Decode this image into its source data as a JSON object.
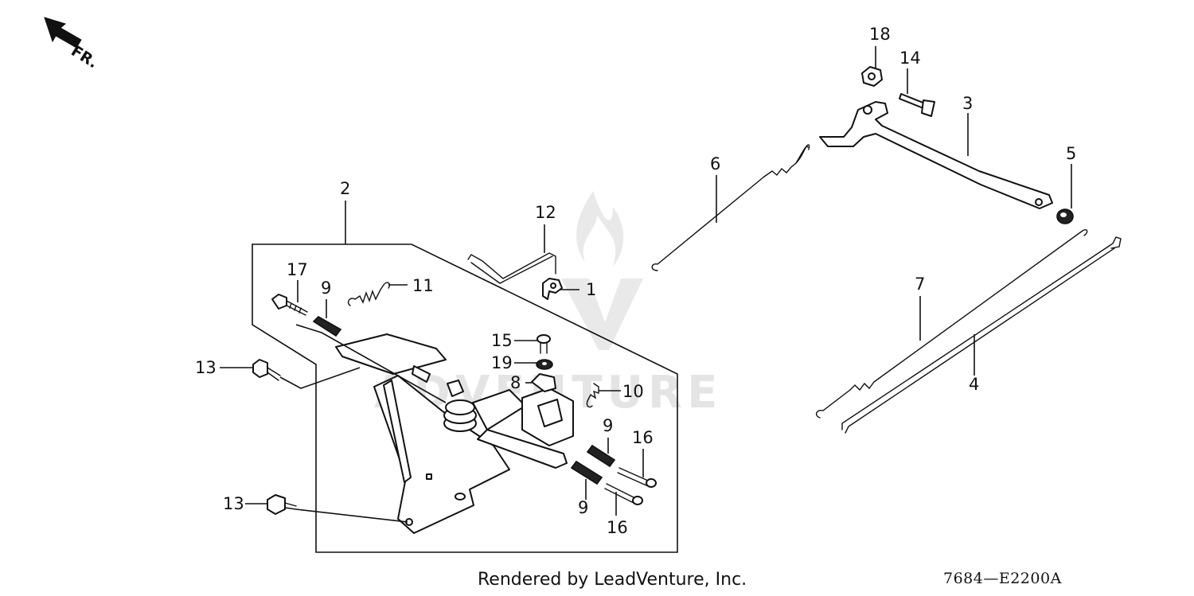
{
  "direction_label": "FR.",
  "footer": {
    "credit": "Rendered by LeadVenture, Inc.",
    "code": "7684—E2200A"
  },
  "watermark": {
    "text": "ADVENTURE"
  },
  "callouts": {
    "c1": "1",
    "c2": "2",
    "c3": "3",
    "c4": "4",
    "c5": "5",
    "c6": "6",
    "c7": "7",
    "c8": "8",
    "c9a": "9",
    "c9b": "9",
    "c9c": "9",
    "c10": "10",
    "c11": "11",
    "c12": "12",
    "c13a": "13",
    "c13b": "13",
    "c14": "14",
    "c15": "15",
    "c16a": "16",
    "c16b": "16",
    "c17": "17",
    "c18": "18",
    "c19": "19"
  }
}
